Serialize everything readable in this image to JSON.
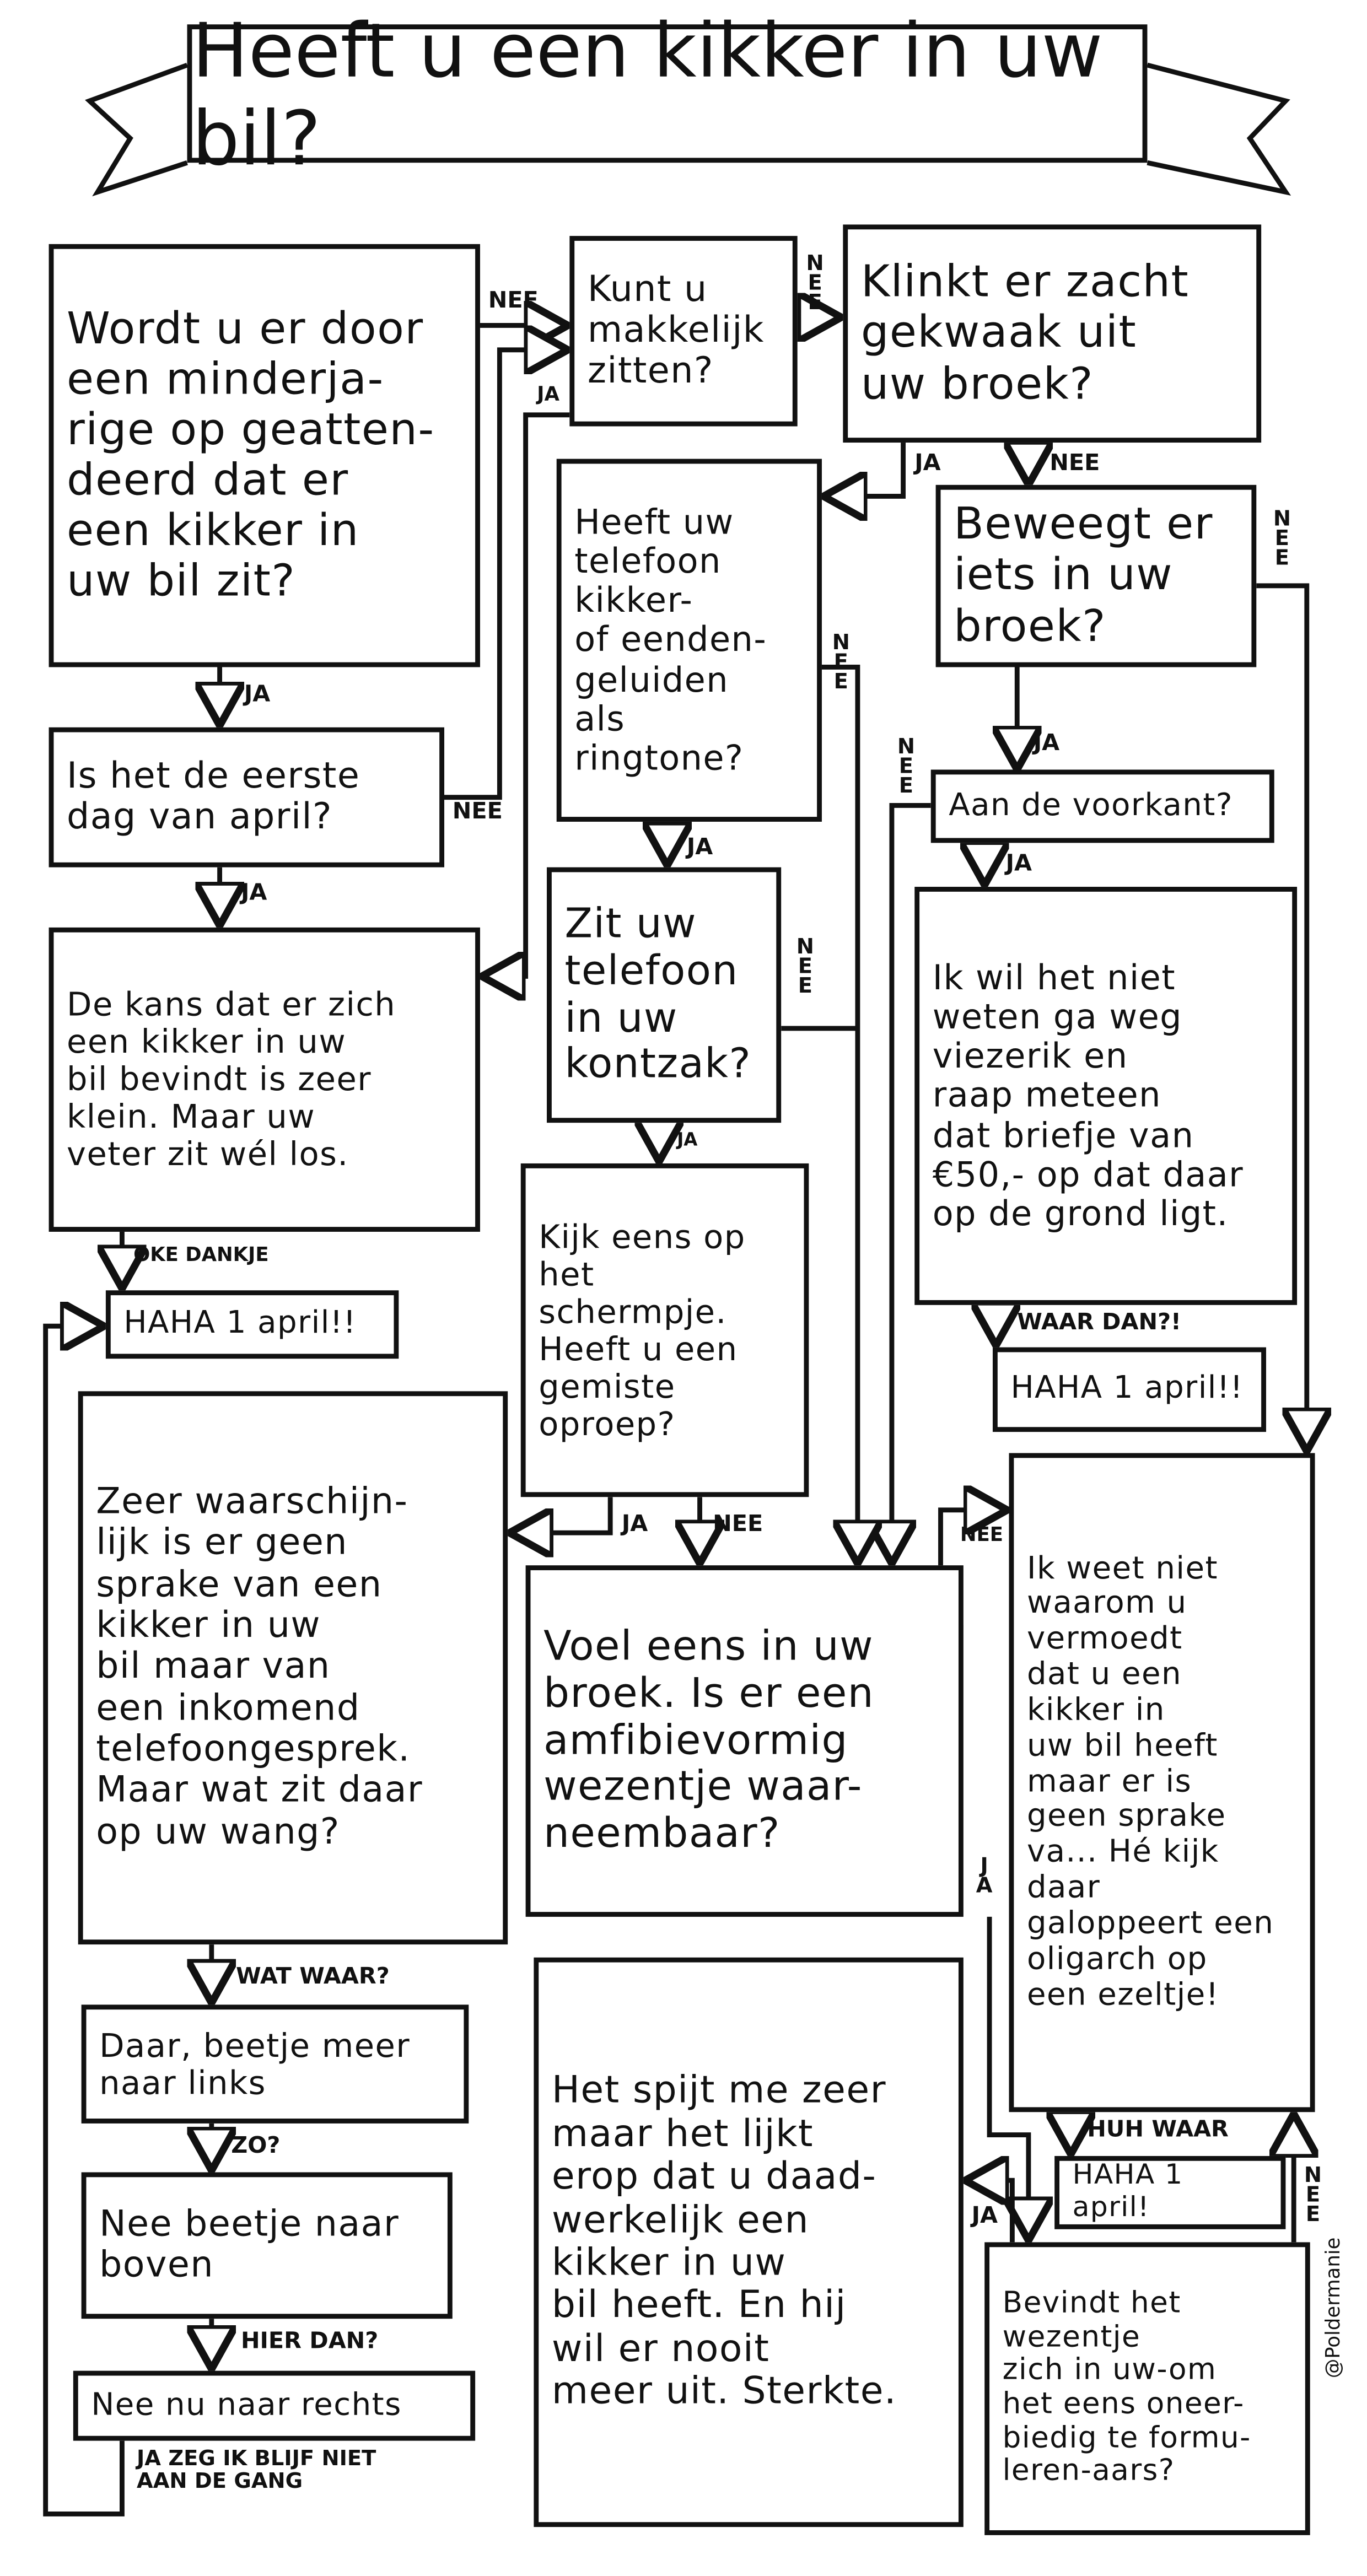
{
  "title": "Heeft u een kikker in uw bil?",
  "signature": "@Poldermanie",
  "boxes": {
    "b1": "Wordt u er door\neen minderja-\nrige op geatten-\ndeerd dat er\neen kikker in\nuw bil zit?",
    "b2": "Kunt u\nmakkelijk\nzitten?",
    "b3": "Klinkt er zacht\ngekwaak uit\nuw broek?",
    "b4": "Heeft uw\ntelefoon\nkikker-\nof eenden-\ngeluiden\nals ringtone?",
    "b5": "Beweegt er\niets in uw\nbroek?",
    "b6": "Is het de eerste\ndag van april?",
    "b7": "Aan de voorkant?",
    "b8": "De kans dat er zich\neen kikker in uw\nbil bevindt is zeer\nklein. Maar uw\nveter zit wél los.",
    "b9": "Zit uw\ntelefoon\nin uw\nkontzak?",
    "b10": "Ik wil het niet\nweten ga weg\nviezerik en\nraap meteen\ndat briefje van\n€50,- op dat daar\nop de grond ligt.",
    "b11": "HAHA 1 april!!",
    "b12": "Kijk eens op\nhet schermpje.\nHeeft u een\ngemiste\noproep?",
    "b13": "HAHA 1 april!!",
    "b14": "Zeer waarschijn-\nlijk is er geen\nsprake van een\nkikker in uw\nbil maar van\neen inkomend\ntelefoongesprek.\nMaar wat zit daar\nop uw wang?",
    "b15": "Ik weet niet\nwaarom u\nvermoedt\ndat u een\nkikker in\nuw bil heeft\nmaar er is\ngeen sprake\nva... Hé kijk daar\ngaloppeert een\noligarch op\neen ezeltje!",
    "b16": "Voel eens in uw\nbroek. Is er een\namfibievormig\nwezentje waar-\nneembaar?",
    "b17": "Daar, beetje meer\nnaar links",
    "b18": "Het spijt me zeer\nmaar het lijkt\nerop dat u daad-\nwerkelijk een\nkikker in uw\nbil heeft. En hij\nwil er nooit\nmeer uit. Sterkte.",
    "b19": "HAHA 1 april!",
    "b20": "Nee beetje naar\nboven",
    "b21": "Bevindt het\nwezentje\nzich in uw-om\nhet eens oneer-\nbiedig te formu-\nleren-aars?",
    "b22": "Nee nu naar rechts"
  },
  "labels": {
    "b1_nee": "NEE",
    "b2_nee": "NEE",
    "b2_ja": "JA",
    "b3_ja": "JA",
    "b3_nee": "NEE",
    "b5_nee": "NEE",
    "b1_ja": "JA",
    "b6_nee": "NEE",
    "b4_nee": "NEE",
    "b7_nee": "NEE",
    "b5_ja": "JA",
    "b6_ja": "JA",
    "b4_ja": "JA",
    "b9_nee": "NEE",
    "b7_ja": "JA",
    "b9_ja": "JA",
    "b8_next": "OKE DANKJE",
    "b10_next": "WAAR DAN?!",
    "b12_ja": "JA",
    "b12_nee": "NEE",
    "b16_nee": "NEE",
    "b16_ja": "JA",
    "b14_next": "WAT WAAR?",
    "b15_next": "HUH WAAR",
    "b17_next": "ZO?",
    "b21_ja": "JA",
    "b21_nee": "NEE",
    "b20_next": "HIER DAN?",
    "b22_next": "JA ZEG IK BLIJF NIET\nAAN DE GANG"
  }
}
